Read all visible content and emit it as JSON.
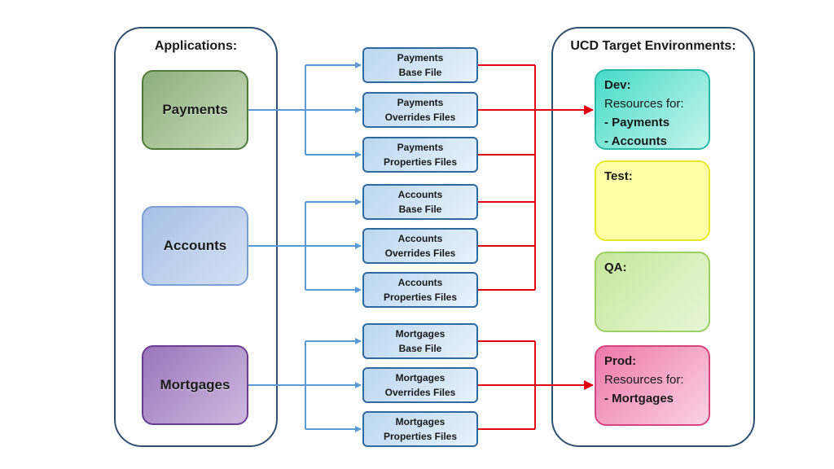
{
  "applications": {
    "title": "Applications:",
    "items": [
      {
        "label": "Payments"
      },
      {
        "label": "Accounts"
      },
      {
        "label": "Mortgages"
      }
    ]
  },
  "files": [
    {
      "line1": "Payments",
      "line2": "Base File"
    },
    {
      "line1": "Payments",
      "line2": "Overrides Files"
    },
    {
      "line1": "Payments",
      "line2": "Properties Files"
    },
    {
      "line1": "Accounts",
      "line2": "Base File"
    },
    {
      "line1": "Accounts",
      "line2": "Overrides Files"
    },
    {
      "line1": "Accounts",
      "line2": "Properties Files"
    },
    {
      "line1": "Mortgages",
      "line2": "Base File"
    },
    {
      "line1": "Mortgages",
      "line2": "Overrides Files"
    },
    {
      "line1": "Mortgages",
      "line2": "Properties Files"
    }
  ],
  "environments": {
    "title": "UCD Target Environments:",
    "items": [
      {
        "name": "Dev:",
        "subtitle": "Resources for:",
        "resources": [
          "- Payments",
          "- Accounts"
        ]
      },
      {
        "name": "Test:"
      },
      {
        "name": "QA:"
      },
      {
        "name": "Prod:",
        "subtitle": "Resources for:",
        "resources": [
          "- Mortgages"
        ]
      }
    ]
  },
  "colors": {
    "app_to_file_arrow": "#5b9bd5",
    "file_to_env_arrow": "#e0000e"
  }
}
